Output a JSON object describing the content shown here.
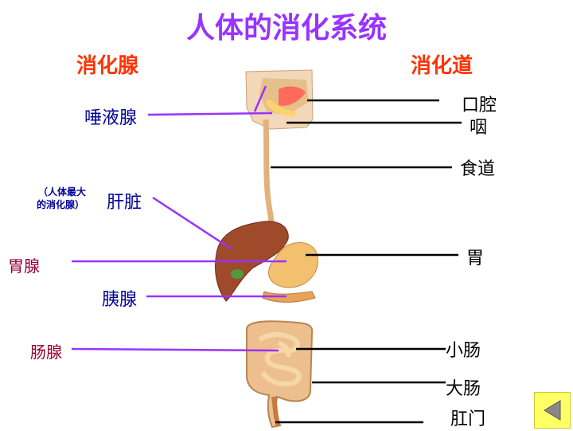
{
  "title": "人体的消化系统",
  "headings": {
    "glands": "消化腺",
    "tract": "消化道"
  },
  "glands": {
    "salivary": "唾液腺",
    "liver": "肝脏",
    "liver_note_1": "（人体最大",
    "liver_note_2": "的消化腺）",
    "gastric": "胃腺",
    "pancreas": "胰腺",
    "intestinal": "肠腺"
  },
  "tract": {
    "mouth": "口腔",
    "pharynx": "咽",
    "esophagus": "食道",
    "stomach": "胃",
    "small_intestine": "小肠",
    "large_intestine": "大肠",
    "anus": "肛门"
  },
  "colors": {
    "title": "#9933ff",
    "heading": "#ff3300",
    "gland_blue": "#000099",
    "gland_maroon": "#990033",
    "note_red": "#cc0000",
    "pointer_purple": "#9933ff",
    "nav_button": "#ffff66"
  },
  "icons": {
    "nav": "back-arrow-icon"
  }
}
